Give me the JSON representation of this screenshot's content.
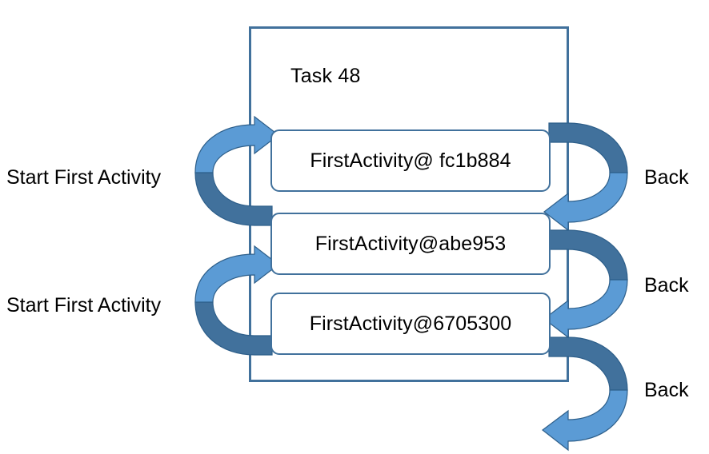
{
  "diagram": {
    "title": "Task 48",
    "task": {
      "label": "Task 48",
      "border_color": "#41719C"
    },
    "colors": {
      "arrow_light": "#5B9BD5",
      "arrow_dark": "#41719C",
      "arrow_outline": "#2E5F8A",
      "box_border": "#41719C",
      "box_fill": "#FFFFFF",
      "background": "#FFFFFF",
      "text": "#000000"
    },
    "activities": [
      {
        "label": "FirstActivity@ fc1b884"
      },
      {
        "label": "FirstActivity@abe953"
      },
      {
        "label": "FirstActivity@6705300"
      }
    ],
    "left_labels": [
      {
        "label": "Start First Activity"
      },
      {
        "label": "Start First Activity"
      }
    ],
    "right_labels": [
      {
        "label": "Back"
      },
      {
        "label": "Back"
      },
      {
        "label": "Back"
      }
    ],
    "arrows": [
      {
        "name": "start-first-activity-top",
        "direction": "right",
        "label": "Start First Activity"
      },
      {
        "name": "start-first-activity-bottom",
        "direction": "right",
        "label": "Start First Activity"
      },
      {
        "name": "back-top",
        "direction": "left",
        "label": "Back"
      },
      {
        "name": "back-middle",
        "direction": "left",
        "label": "Back"
      },
      {
        "name": "back-bottom",
        "direction": "left",
        "label": "Back"
      }
    ]
  }
}
